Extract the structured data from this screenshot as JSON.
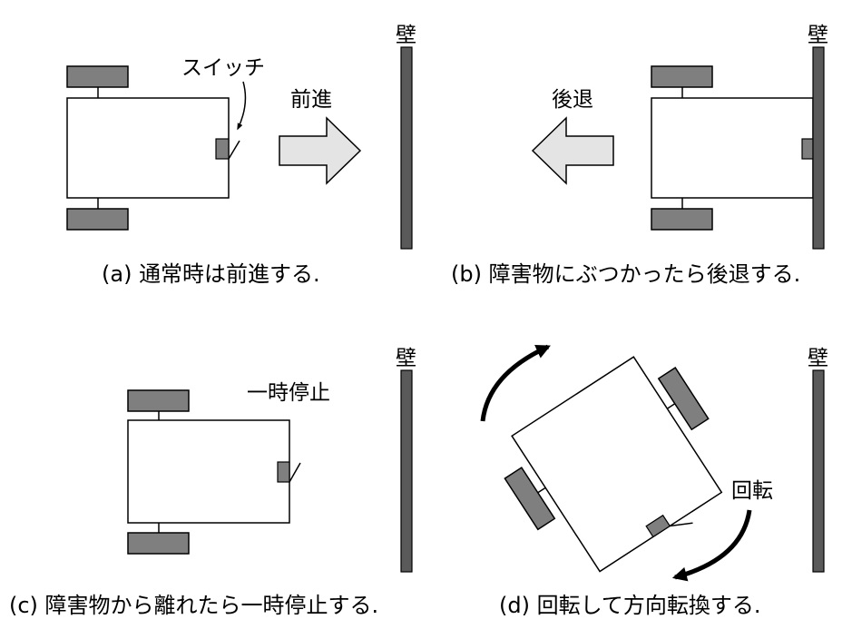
{
  "panel_a": {
    "wall_label": "壁",
    "switch_label": "スイッチ",
    "action_label": "前進",
    "caption": "(a) 通常時は前進する."
  },
  "panel_b": {
    "wall_label": "壁",
    "action_label": "後退",
    "caption": "(b) 障害物にぶつかったら後退する."
  },
  "panel_c": {
    "wall_label": "壁",
    "action_label": "一時停止",
    "caption": "(c) 障害物から離れたら一時停止する."
  },
  "panel_d": {
    "wall_label": "壁",
    "action_label": "回転",
    "caption": "(d) 回転して方向転換する."
  },
  "colors": {
    "wheel": "#7f7f7f",
    "wall": "#5a5a5a",
    "arrow_fill": "#e4e4e4",
    "outline": "#000000"
  }
}
